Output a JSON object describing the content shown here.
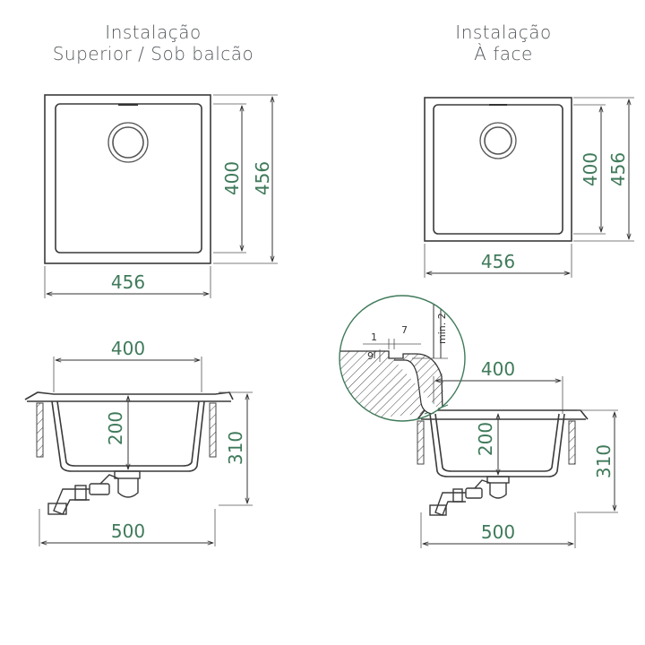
{
  "colors": {
    "dimension_text": "#3f7a5a",
    "line": "#333333",
    "title_text": "#555a5e",
    "circle_stroke": "#3f7a5a"
  },
  "left": {
    "title_line1": "Instalação",
    "title_line2": "Superior / Sob balcão",
    "top_view": {
      "inner_height": "400",
      "outer_height": "456",
      "outer_width": "456"
    },
    "side_view": {
      "inner_width": "400",
      "depth": "200",
      "total_depth": "310",
      "total_width": "500"
    }
  },
  "right": {
    "title_line1": "Instalação",
    "title_line2": "À face",
    "top_view": {
      "inner_height": "400",
      "outer_height": "456",
      "outer_width": "456"
    },
    "side_view": {
      "inner_width": "400",
      "depth": "200",
      "total_depth": "310",
      "total_width": "500"
    },
    "detail": {
      "dim_1": "1",
      "dim_7": "7",
      "dim_9": "9",
      "dim_min": "min. 2"
    }
  }
}
